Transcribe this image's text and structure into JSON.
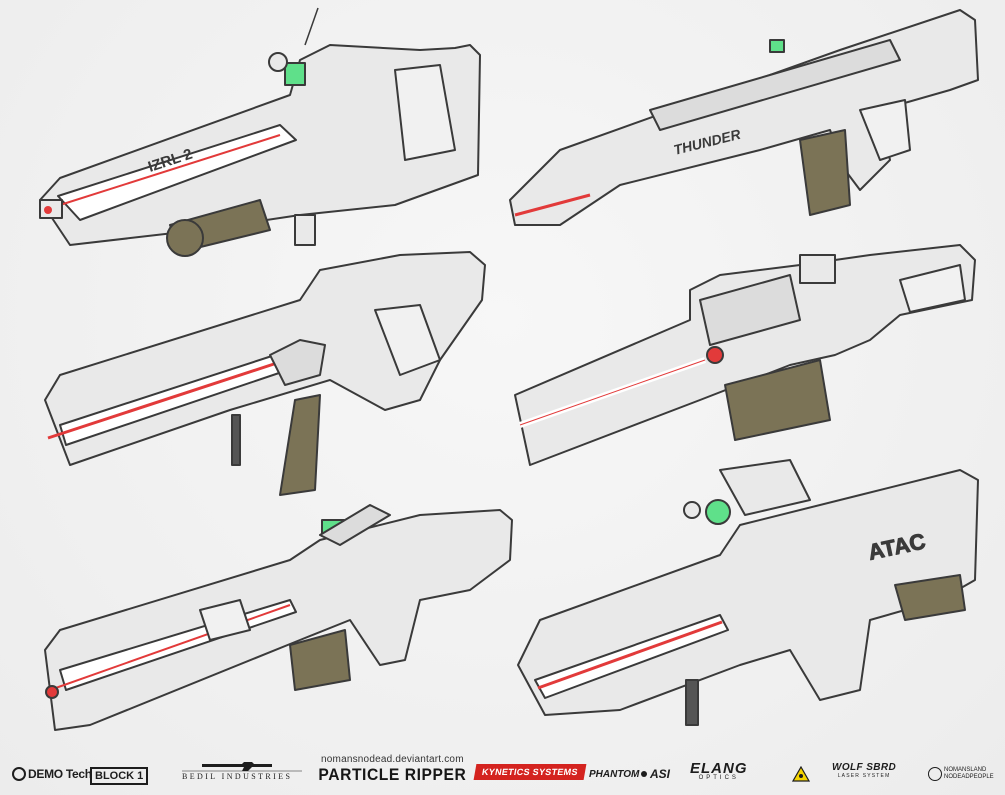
{
  "weapons": [
    {
      "label": "IZRL 2"
    },
    {
      "label": "THUNDER"
    },
    {
      "label": ""
    },
    {
      "label": ""
    },
    {
      "label": ""
    },
    {
      "label": "ATAC"
    }
  ],
  "footer": {
    "demo_tech": "DEMO Tech",
    "block1": "BLOCK 1",
    "bedil": "BEDIL INDUSTRIES",
    "url": "nomansnodead.deviantart.com",
    "title": "PARTICLE RIPPER",
    "kynetics": "KYNETICS SYSTEMS",
    "phantom": "PHANTOM",
    "asi": "ASI",
    "elang": "ELANG",
    "elang_sub": "OPTICS",
    "wolf": "WOLF SBRD",
    "wolf_sub": "LASER SYSTEM",
    "nomans_1": "NOMANSLAND",
    "nomans_2": "NODEADPEOPLE"
  },
  "colors": {
    "body": "#e9e9e9",
    "outline": "#3a3a3a",
    "olive": "#7b7356",
    "laser": "#e23a3a",
    "green": "#5fe08a"
  }
}
